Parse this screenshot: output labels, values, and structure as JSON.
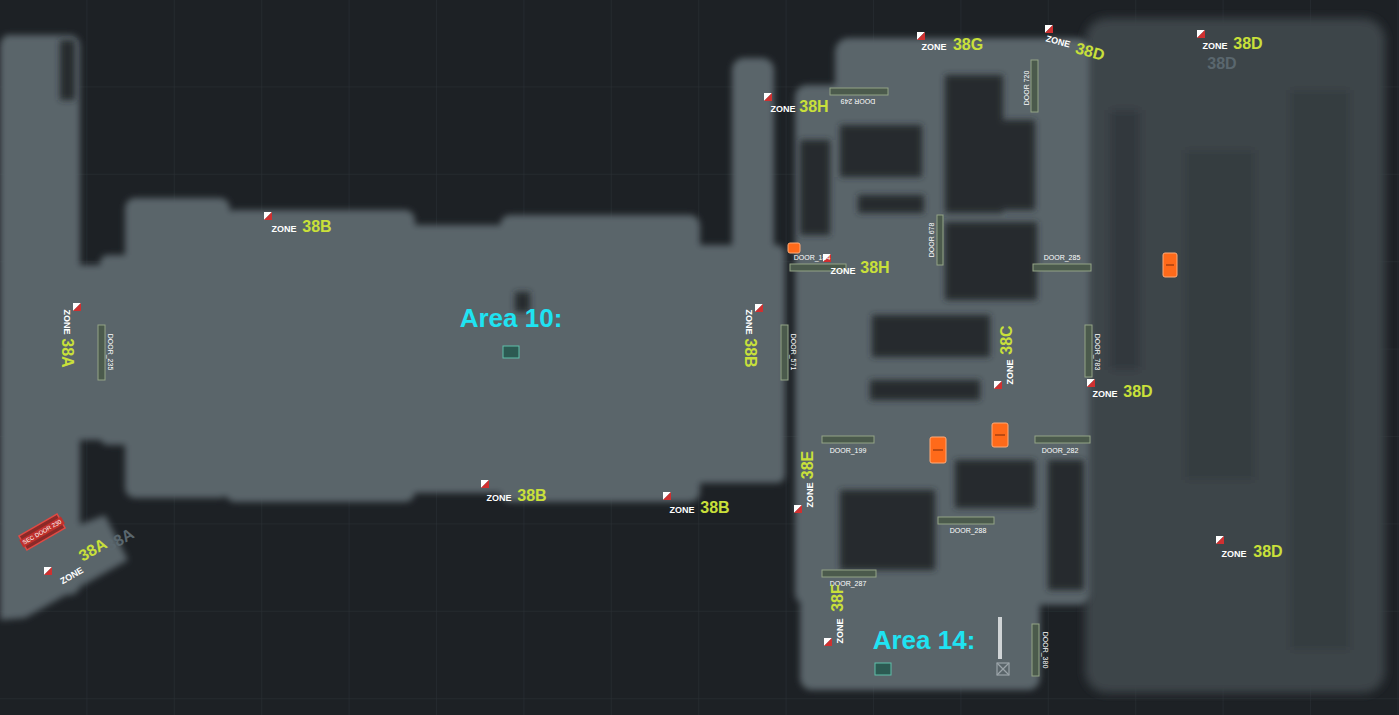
{
  "diagram": {
    "labels": [
      "ZONE",
      "38G",
      "ZONE",
      "38D",
      "ZONE",
      "38D",
      "38D",
      "ZONE",
      "38H",
      "DOOR 249",
      "DOOR 720",
      "ZONE",
      "38B",
      "DOOR 678",
      "DOOR_285",
      "DOOR_184",
      "ZONE",
      "38H",
      "Area 10:",
      "ZONE",
      "38A",
      "DOOR_235",
      "ZONE",
      "38B",
      "DOOR_571",
      "38C",
      "ZONE",
      "DOOR_783",
      "ZONE",
      "38D",
      "DOOR_199",
      "DOOR_282",
      "38E",
      "ZONE",
      "ZONE",
      "38B",
      "ZONE",
      "38B",
      "DOOR_288",
      "ZONE",
      "38D",
      "DOOR_287",
      "38F",
      "ZONE",
      "Area 14:",
      "DOOR_380",
      "ZONE",
      "38A",
      "38A",
      "SEC DOOR 230"
    ]
  }
}
